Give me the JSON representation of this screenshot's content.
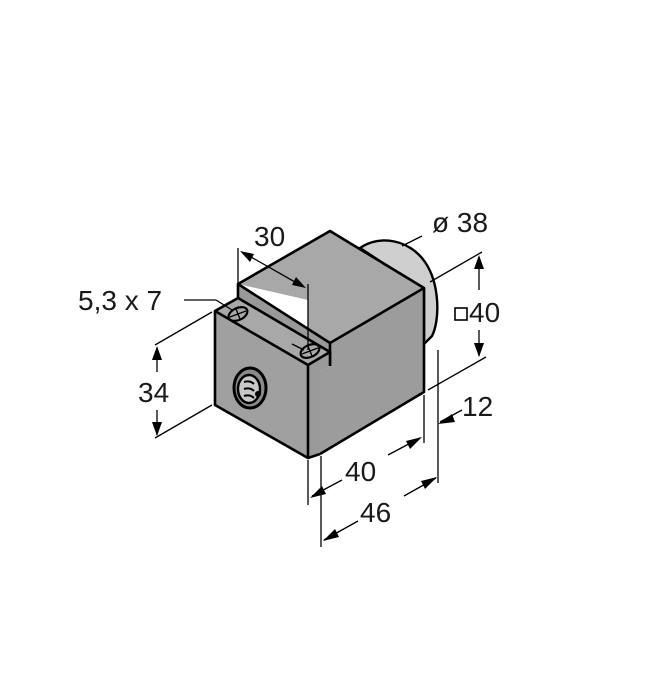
{
  "drawing": {
    "subject": "inductive sensor housing, isometric dimension drawing",
    "colors": {
      "body_front": "#a0a0a0",
      "body_top": "#a8a8a8",
      "body_side": "#9a9a9a",
      "sensing_face": "#cfcfcf",
      "outline": "#000000",
      "background": "#ffffff"
    },
    "dimensions": {
      "hole_size": "5,3 x 7",
      "hole_spacing": "30",
      "height_mount": "34",
      "sensing_face_diameter": "ø 38",
      "square_size": "40",
      "square_symbol": "□",
      "face_offset": "12",
      "body_length": "40",
      "overall_length": "46"
    }
  }
}
